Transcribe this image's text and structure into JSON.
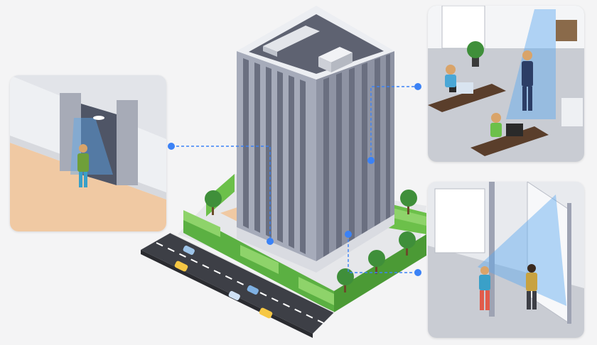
{
  "scene": {
    "background": "#f4f4f5",
    "accent": "#3b82f6",
    "connector_color": "#3b82f6",
    "sensor_beam_color": "#5aa8f0",
    "building_facade": "#9ea3b3",
    "road_color": "#3d3f46",
    "grass_color": "#6cc04a"
  },
  "panels": [
    {
      "id": "entrance",
      "icon": "door-sensor-scene"
    },
    {
      "id": "office",
      "icon": "office-sensor-scene"
    },
    {
      "id": "lobby",
      "icon": "lobby-sensor-scene"
    }
  ]
}
